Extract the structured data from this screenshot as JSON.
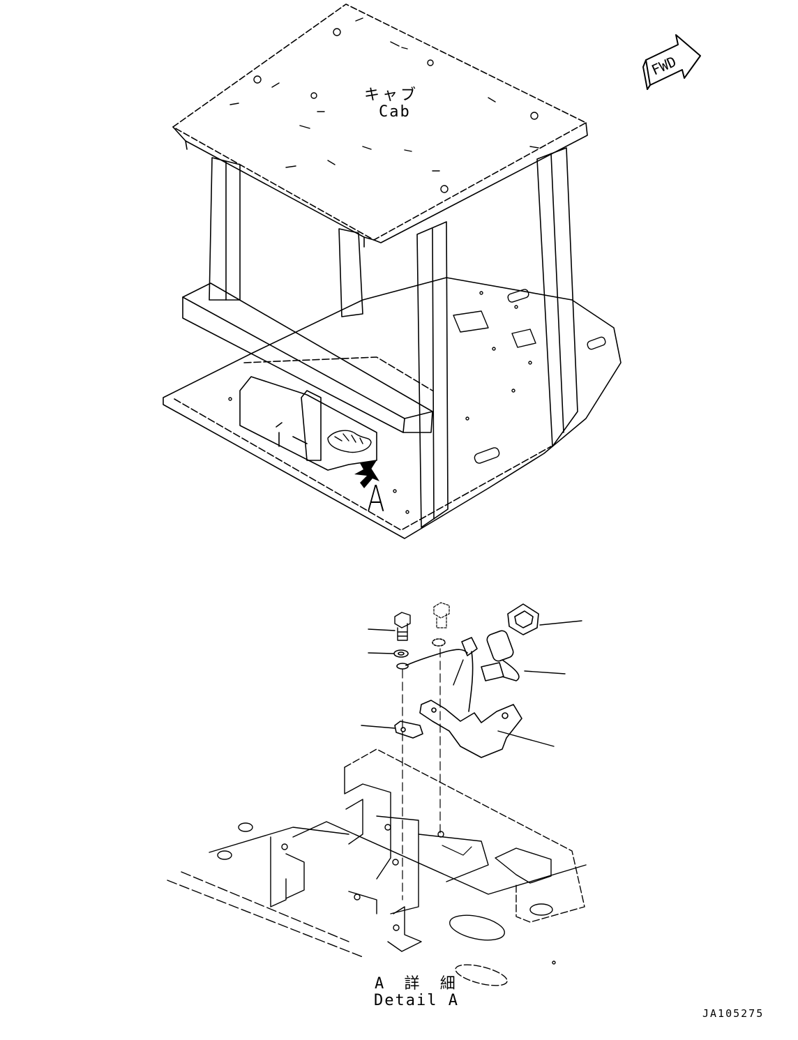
{
  "labels": {
    "cab_jp": "キャブ",
    "cab_en": "Cab",
    "view_marker": "A",
    "detail_jp": "A 詳 細",
    "detail_en": "Detail A",
    "fwd": "FWD",
    "figure_code": "JA105275"
  },
  "colors": {
    "line": "#000000",
    "background": "#ffffff"
  }
}
